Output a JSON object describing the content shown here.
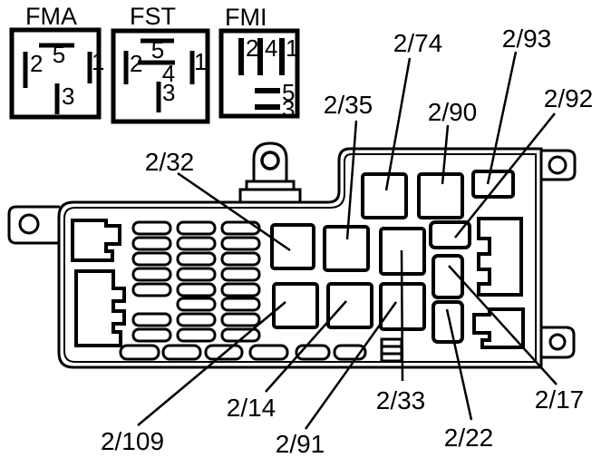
{
  "diagram": {
    "type": "fuse-relay-box-diagram",
    "colors": {
      "line": "#000000",
      "background": "#ffffff"
    },
    "legends": [
      {
        "title": "FMA",
        "pins": [
          {
            "label": "5"
          },
          {
            "label": "2"
          },
          {
            "label": "1"
          },
          {
            "label": "3"
          }
        ]
      },
      {
        "title": "FST",
        "pins": [
          {
            "label": "5"
          },
          {
            "label": "4"
          },
          {
            "label": "2"
          },
          {
            "label": "1"
          },
          {
            "label": "3"
          }
        ]
      },
      {
        "title": "FMI",
        "pins": [
          {
            "label": "2"
          },
          {
            "label": "4"
          },
          {
            "label": "1"
          },
          {
            "label": "5"
          },
          {
            "label": "3"
          }
        ]
      }
    ],
    "callouts": [
      {
        "label": "2/32"
      },
      {
        "label": "2/35"
      },
      {
        "label": "2/74"
      },
      {
        "label": "2/90"
      },
      {
        "label": "2/93"
      },
      {
        "label": "2/92"
      },
      {
        "label": "2/109"
      },
      {
        "label": "2/14"
      },
      {
        "label": "2/91"
      },
      {
        "label": "2/33"
      },
      {
        "label": "2/22"
      },
      {
        "label": "2/17"
      }
    ]
  }
}
